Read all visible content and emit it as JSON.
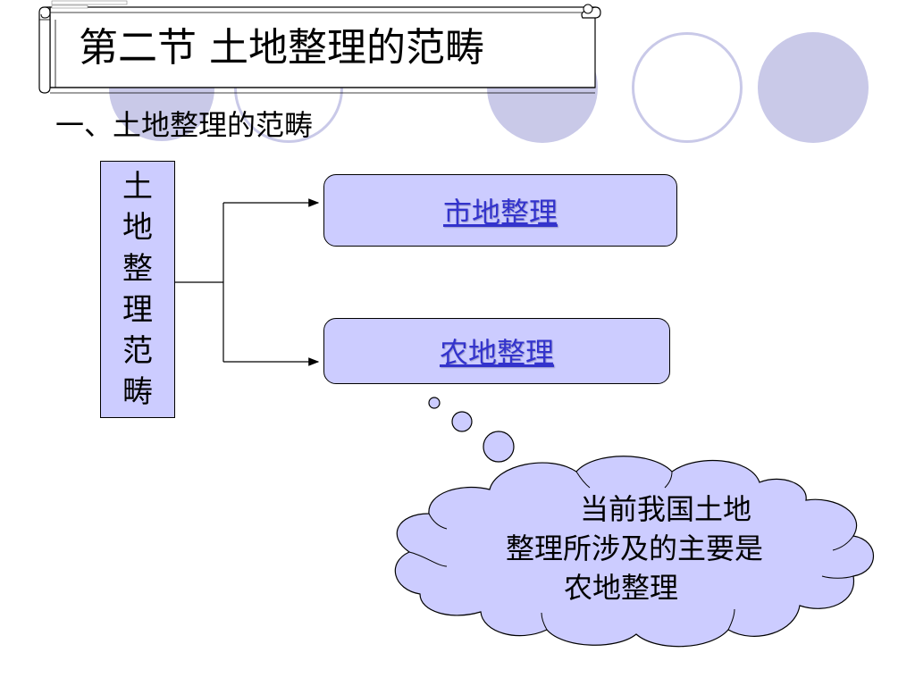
{
  "slide": {
    "title": "第二节 土地整理的范畴",
    "subtitle": "一、土地整理的范畴",
    "left_box_chars": [
      "土",
      "地",
      "整",
      "理",
      "范",
      "畴"
    ],
    "links": {
      "urban": "市地整理",
      "rural": "农地整理"
    },
    "thought": {
      "line1": "当前我国土地",
      "line2": "整理所涉及的主要是",
      "line3": "农地整理"
    }
  },
  "colors": {
    "accent_fill": "#ccccff",
    "decor_circle": "#c9c9e8",
    "link": "#3333cc"
  }
}
